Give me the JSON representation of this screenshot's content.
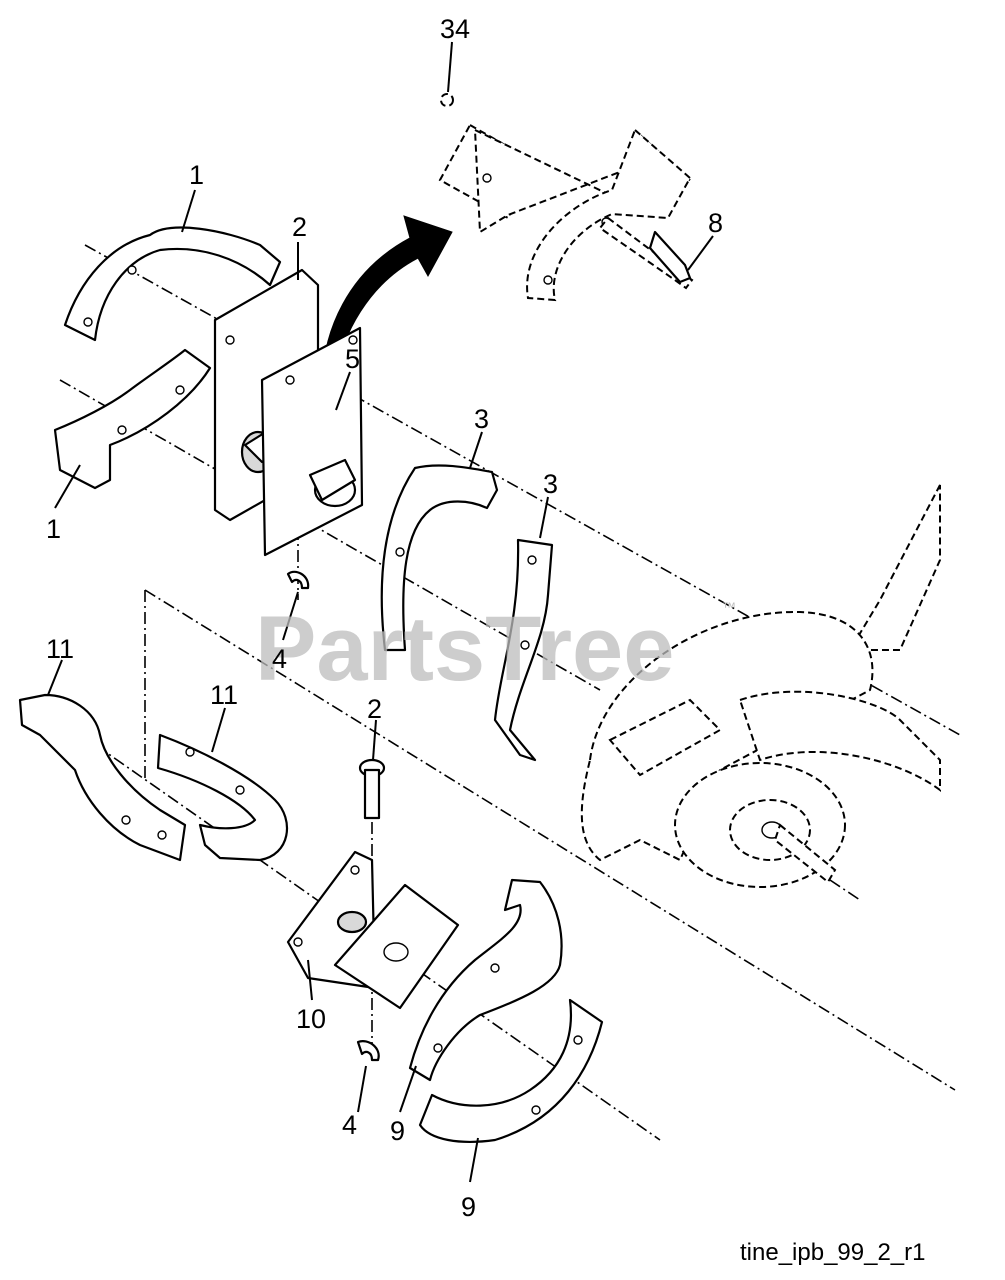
{
  "diagram": {
    "callouts": {
      "c34": "34",
      "c1a": "1",
      "c2a": "2",
      "c8": "8",
      "c5": "5",
      "c1b": "1",
      "c3a": "3",
      "c3b": "3",
      "c4a": "4",
      "c11a": "11",
      "c11b": "11",
      "c2b": "2",
      "c10": "10",
      "c4b": "4",
      "c9a": "9",
      "c9b": "9"
    },
    "watermark": "PartsTree",
    "watermark_tm": "™",
    "caption": "tine_ipb_99_2_r1"
  }
}
